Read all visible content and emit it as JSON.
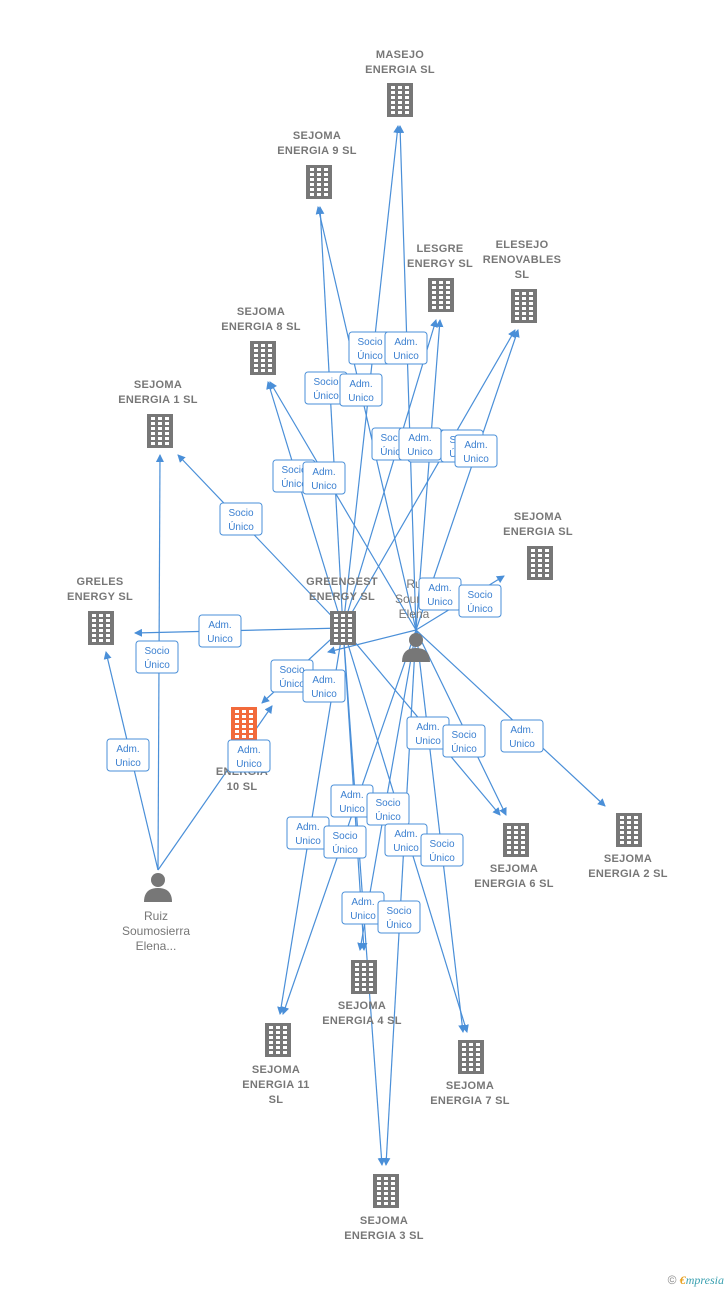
{
  "colors": {
    "edge": "#4a8fd8",
    "building": "#777777",
    "highlight": "#f26a3b",
    "person": "#777777"
  },
  "nodes": [
    {
      "id": "masejo",
      "type": "company",
      "lines": [
        "MASEJO",
        "ENERGIA  SL"
      ]
    },
    {
      "id": "sejoma9",
      "type": "company",
      "lines": [
        "SEJOMA",
        "ENERGIA 9  SL"
      ]
    },
    {
      "id": "lesgre",
      "type": "company",
      "lines": [
        "LESGRE",
        "ENERGY  SL"
      ]
    },
    {
      "id": "elesejo",
      "type": "company",
      "lines": [
        "ELESEJO",
        "RENOVABLES",
        "SL"
      ]
    },
    {
      "id": "sejoma8",
      "type": "company",
      "lines": [
        "SEJOMA",
        "ENERGIA 8  SL"
      ]
    },
    {
      "id": "sejoma1",
      "type": "company",
      "lines": [
        "SEJOMA",
        "ENERGIA 1  SL"
      ]
    },
    {
      "id": "sejoma5",
      "type": "company",
      "lines": [
        "SEJOMA",
        "ENERGIA  SL"
      ]
    },
    {
      "id": "greles",
      "type": "company",
      "lines": [
        "GRELES",
        "ENERGY  SL"
      ]
    },
    {
      "id": "greengest",
      "type": "company",
      "lines": [
        "GREENGEST",
        "ENERGY  SL"
      ]
    },
    {
      "id": "sejoma10",
      "type": "company-highlight",
      "lines": [
        "SE",
        "ENERGIA",
        "10  SL"
      ]
    },
    {
      "id": "sejoma6",
      "type": "company",
      "lines": [
        "SEJOMA",
        "ENERGIA 6  SL"
      ]
    },
    {
      "id": "sejoma2",
      "type": "company",
      "lines": [
        "SEJOMA",
        "ENERGIA 2  SL"
      ]
    },
    {
      "id": "sejoma4",
      "type": "company",
      "lines": [
        "SEJOMA",
        "ENERGIA 4  SL"
      ]
    },
    {
      "id": "sejoma11",
      "type": "company",
      "lines": [
        "SEJOMA",
        "ENERGIA 11",
        "SL"
      ]
    },
    {
      "id": "sejoma7",
      "type": "company",
      "lines": [
        "SEJOMA",
        "ENERGIA 7  SL"
      ]
    },
    {
      "id": "sejoma3",
      "type": "company",
      "lines": [
        "SEJOMA",
        "ENERGIA 3  SL"
      ]
    },
    {
      "id": "ruiz1",
      "type": "person",
      "lines": [
        "Ru",
        "Soumo",
        "Elena"
      ]
    },
    {
      "id": "ruiz2",
      "type": "person",
      "lines": [
        "Ruiz",
        "Soumosierra",
        "Elena..."
      ]
    }
  ],
  "edge_labels": [
    [
      "Socio",
      "Único"
    ],
    [
      "Adm.",
      "Unico"
    ],
    [
      "Socio",
      "Único"
    ],
    [
      "Adm.",
      "Unico"
    ],
    [
      "Socio",
      "Único"
    ],
    [
      "Adm.",
      "Unico"
    ],
    [
      "Socio",
      "Único"
    ],
    [
      "Adm.",
      "Unico"
    ],
    [
      "Socio",
      "Único"
    ],
    [
      "Adm.",
      "Unico"
    ],
    [
      "Socio",
      "Único"
    ],
    [
      "Adm.",
      "Unico"
    ],
    [
      "Socio",
      "Único"
    ],
    [
      "Socio",
      "Único"
    ],
    [
      "Adm.",
      "Unico"
    ],
    [
      "Adm.",
      "Unico"
    ],
    [
      "Adm.",
      "Unico"
    ],
    [
      "Adm.",
      "Unico"
    ],
    [
      "Socio",
      "Único"
    ],
    [
      "Adm.",
      "Unico"
    ],
    [
      "Adm.",
      "Unico"
    ],
    [
      "Socio",
      "Único"
    ],
    [
      "Adm.",
      "Unico"
    ],
    [
      "Socio",
      "Único"
    ],
    [
      "Adm.",
      "Unico"
    ],
    [
      "Socio",
      "Único"
    ],
    [
      "Adm.",
      "Unico"
    ],
    [
      "Socio",
      "Único"
    ],
    [
      "Adm.",
      "Unico"
    ],
    [
      "Socio",
      "Único"
    ],
    [
      "Adm.",
      "Unico"
    ]
  ],
  "footer": {
    "copyright": "©",
    "brand_e": "€",
    "brand_rest": "mpresia"
  }
}
